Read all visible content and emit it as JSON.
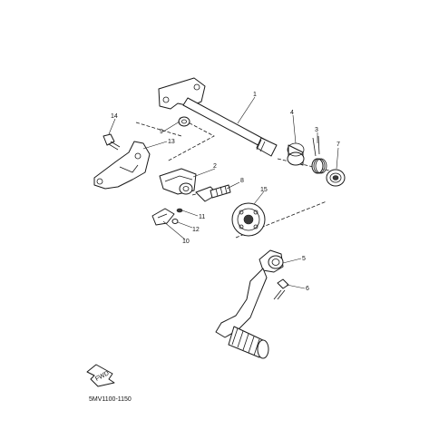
{
  "diagram": {
    "callouts": [
      "1",
      "2",
      "3",
      "4",
      "5",
      "6",
      "7",
      "8",
      "9",
      "10",
      "11",
      "12",
      "13",
      "14",
      "15"
    ],
    "front_arrow": "FWD",
    "part_code": "5MV1100-1150"
  }
}
